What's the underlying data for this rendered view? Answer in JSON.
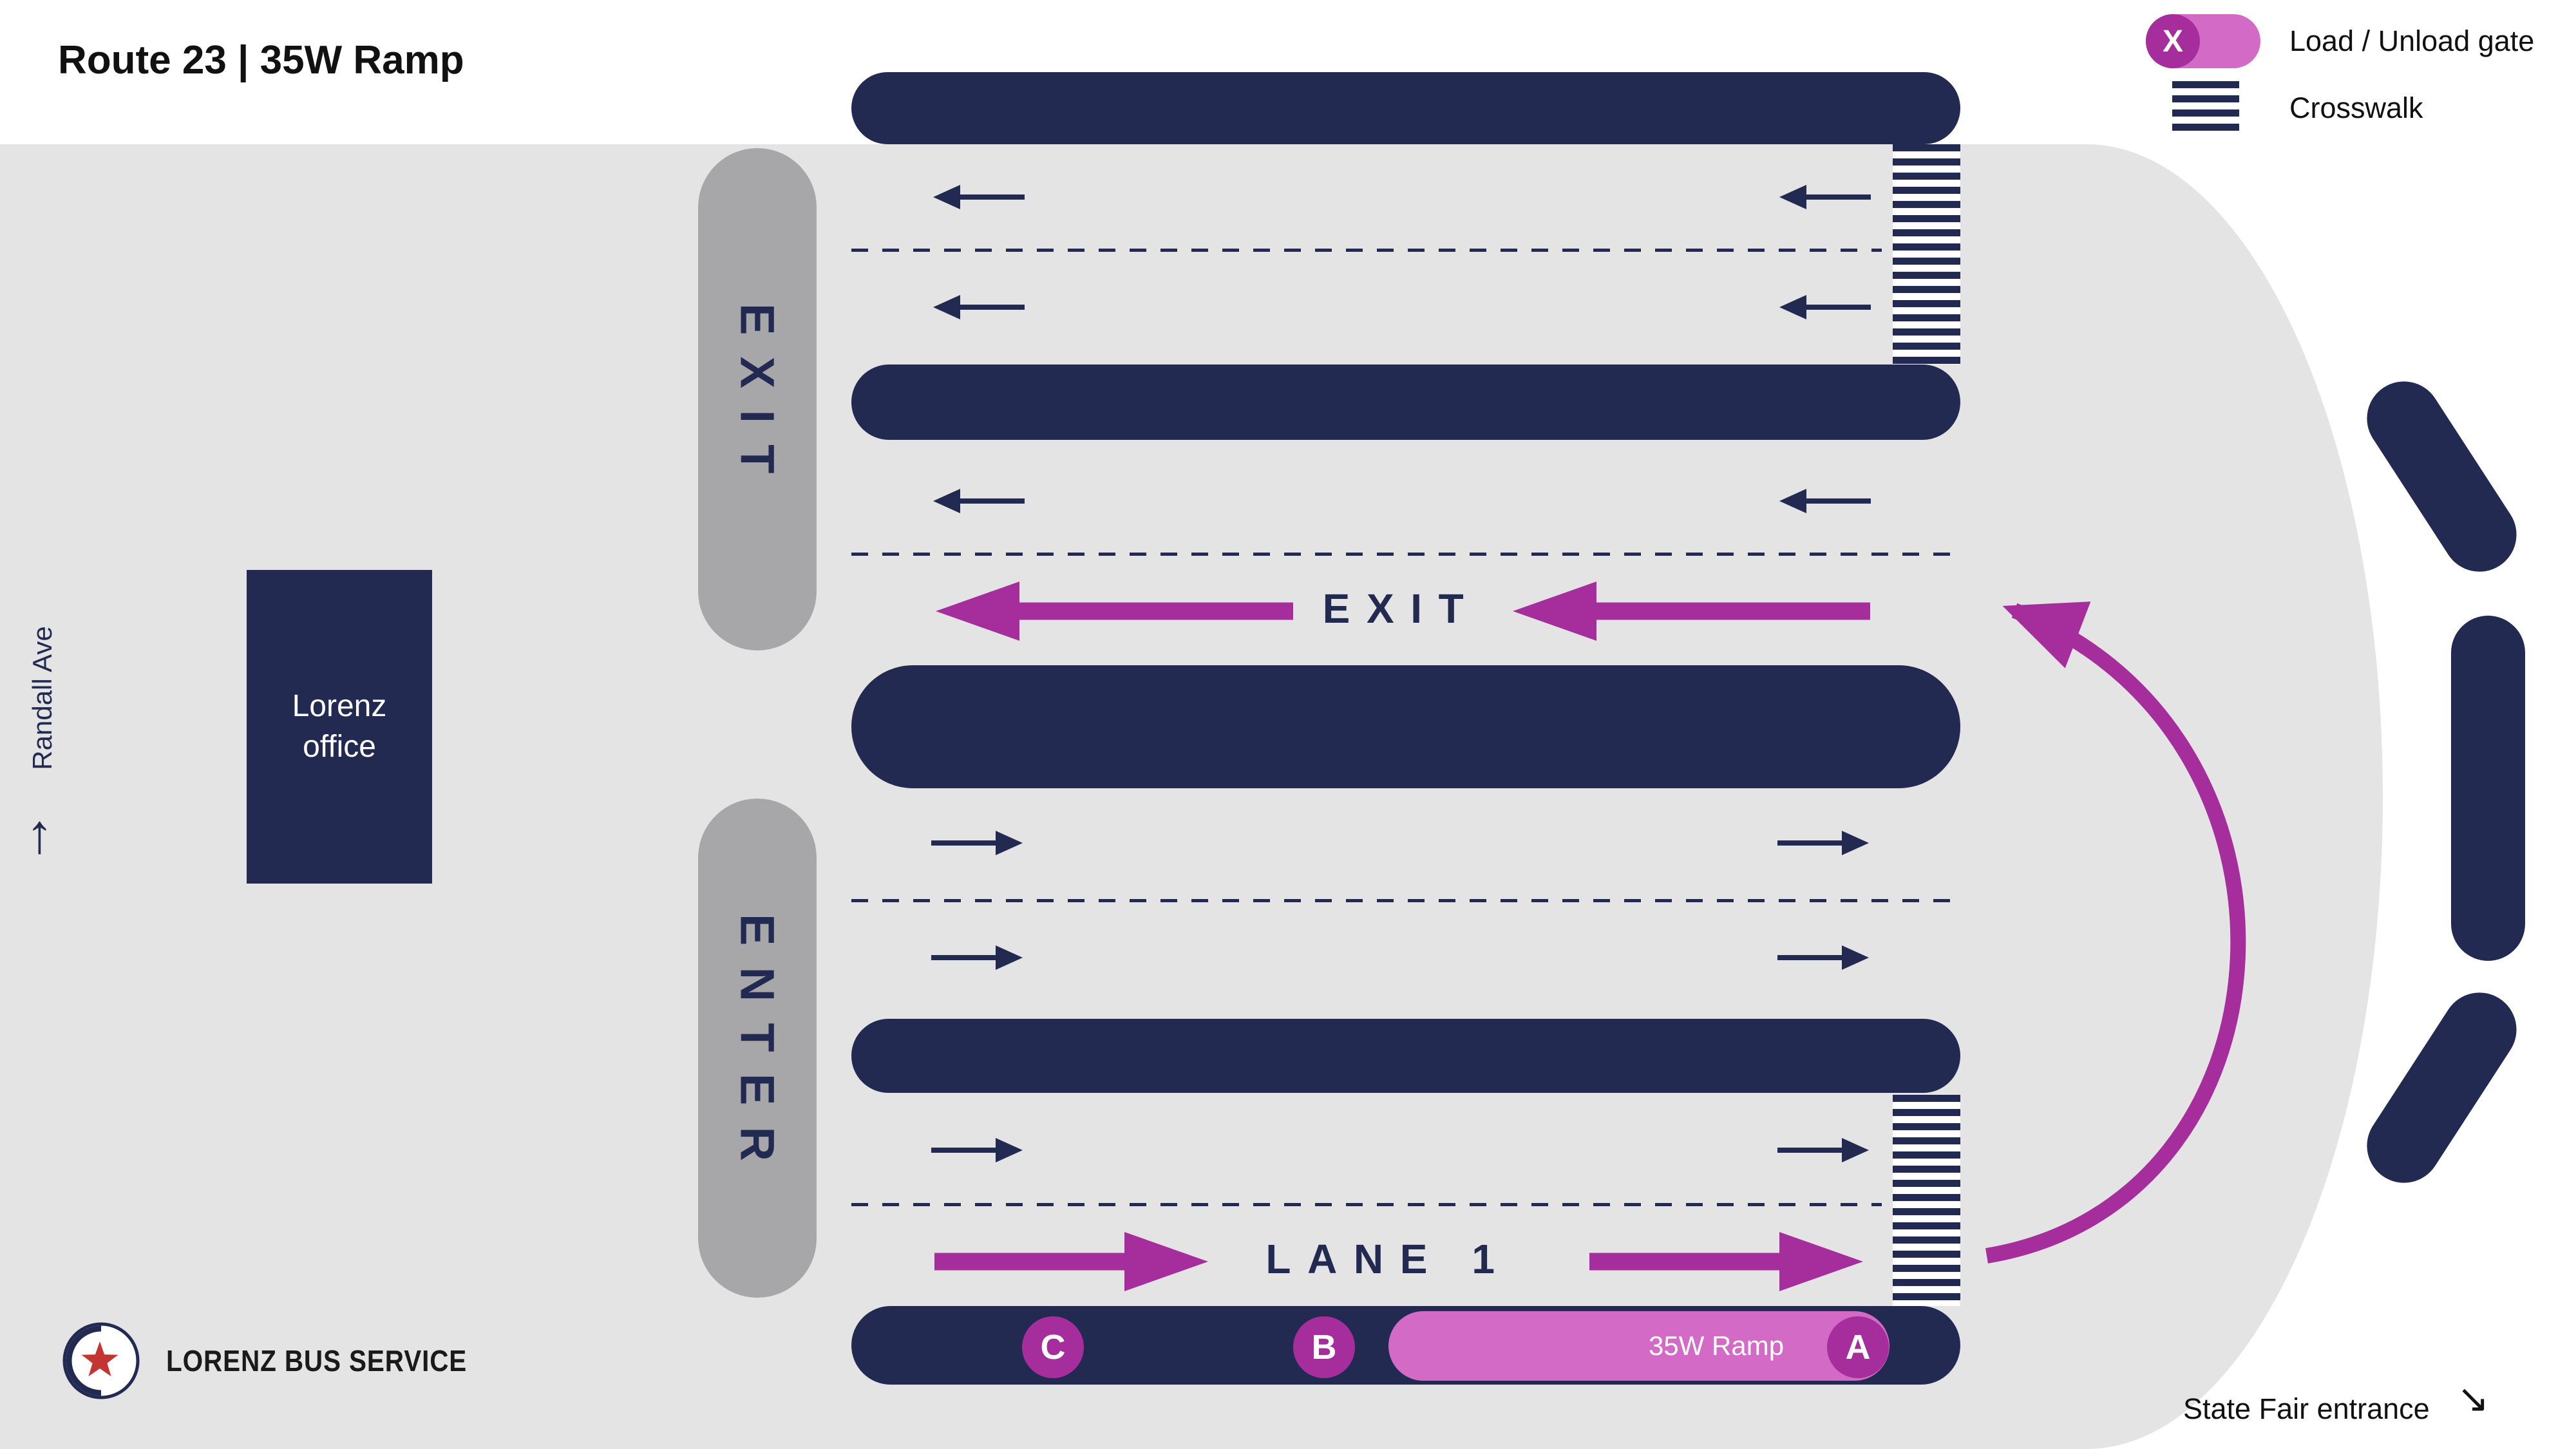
{
  "header": {
    "title": "Route 23 | 35W Ramp"
  },
  "legend": {
    "gate": {
      "symbol": "X",
      "label": "Load / Unload gate"
    },
    "crosswalk": {
      "label": "Crosswalk"
    }
  },
  "map": {
    "exit_pill_label": "EXIT",
    "enter_pill_label": "ENTER",
    "office_label": "Lorenz office",
    "street_label": "Randall Ave",
    "exit_lane_label": "EXIT",
    "lane1_label": "LANE 1",
    "ramp_label": "35W Ramp",
    "gates": [
      {
        "id": "C"
      },
      {
        "id": "B"
      },
      {
        "id": "A"
      }
    ]
  },
  "footer": {
    "brand": "LORENZ BUS SERVICE",
    "state_fair_label": "State Fair entrance"
  },
  "icons": {
    "state_fair_arrow": "↘",
    "randall_arrow": "↑"
  },
  "colors": {
    "navy": "#222a52",
    "magenta": "#a52d9c",
    "pink": "#d36bc6",
    "lot_gray": "#e4e4e4",
    "pill_gray": "#a7a7a9",
    "text_black": "#111111",
    "white": "#ffffff"
  }
}
